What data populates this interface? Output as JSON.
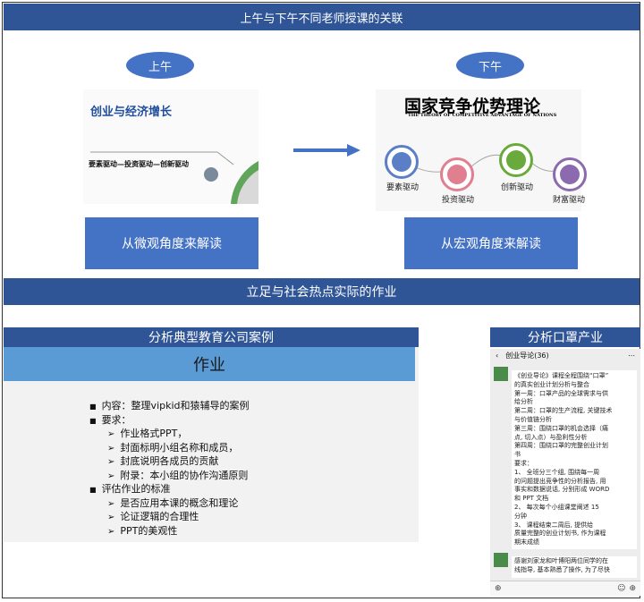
{
  "top_banner": "上午与下午不同老师授课的关联",
  "morning": {
    "pill": "上午",
    "slide_title": "创业与经济增长",
    "slide_text": "要素驱动—投资驱动—创新驱动",
    "caption": "从微观角度来解读"
  },
  "afternoon": {
    "pill": "下午",
    "slide_title": "国家竞争优势理论",
    "slide_subtitle": "THE THEORY OF COMPETITIVE ADVANTAGE OF NATIONS",
    "drives": [
      "要素驱动",
      "投资驱动",
      "创新驱动",
      "财富驱动"
    ],
    "caption": "从宏观角度来解读"
  },
  "bottom_banner": "立足与社会热点实际的作业",
  "case": {
    "header": "分析典型教育公司案例",
    "subheader": "作业",
    "lines": [
      {
        "bullet": "■",
        "text": "内容：整理vipkid和猿辅导的案例",
        "indent": 0
      },
      {
        "bullet": "■",
        "text": "要求：",
        "indent": 0
      },
      {
        "bullet": "➢",
        "text": "作业格式PPT，",
        "indent": 1
      },
      {
        "bullet": "➢",
        "text": "封面标明小组名称和成员，",
        "indent": 1
      },
      {
        "bullet": "➢",
        "text": "封底说明各成员的贡献",
        "indent": 1
      },
      {
        "bullet": "➢",
        "text": "附录：本小组的协作沟通原则",
        "indent": 1
      },
      {
        "bullet": "■",
        "text": "评估作业的标准",
        "indent": 0
      },
      {
        "bullet": "➢",
        "text": "是否应用本课的概念和理论",
        "indent": 1
      },
      {
        "bullet": "➢",
        "text": "论证逻辑的合理性",
        "indent": 1
      },
      {
        "bullet": "➢",
        "text": "PPT的美观性",
        "indent": 1
      }
    ]
  },
  "mask": {
    "header": "分析口罩产业",
    "chat_title": "创业导论(36)",
    "msg1_lines": [
      "《创业导论》课程全程围绕“口罩”",
      "的真实创业计划分析与整合",
      "第一周：口罩产品的全球需求与供",
      "给分析",
      "第二周：口罩的生产流程, 关键技术",
      "与价值链分析",
      "第三周：围绕口罩的机会选择（痛",
      "点, 切入点）与盈利性分析",
      "第四周：围绕口罩的完整创业计划",
      "书",
      "要求：",
      "1、    全班分三个组, 围绕每一周",
      "的问题提出竞争性的分析报告, 用",
      "事实和数据说话, 分别形成 WORD",
      "和 PPT 文档",
      "2、    每次每个小组课堂阐述 15",
      "分钟",
      "3、    课程结束二周后, 提供给",
      "质量完整的创业计划书, 作为课程",
      "期末成绩"
    ],
    "msg2_lines": [
      "感谢刘家龙和叶博阳两位同学的在",
      "线指导, 基本熟悉了操作, 为了尽快"
    ]
  }
}
